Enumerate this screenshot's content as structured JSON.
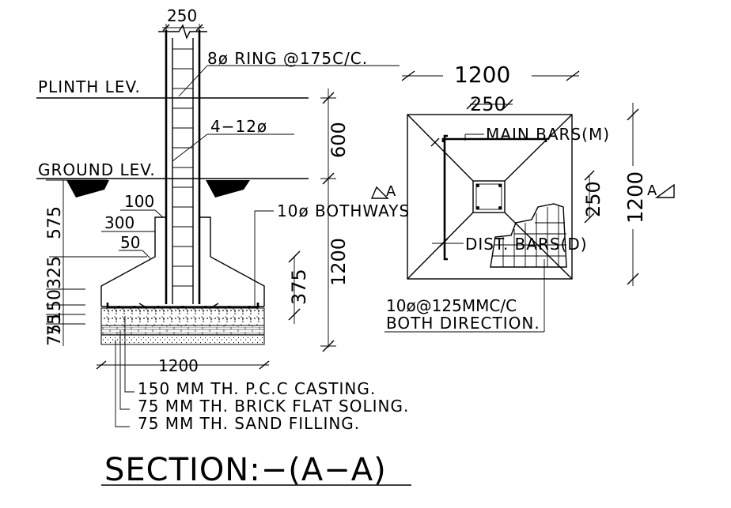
{
  "section": {
    "column_width": "250",
    "ring_note": "8ø RING @175C/C.",
    "plinth_label": "PLINTH LEV.",
    "bars_note": "4−12ø",
    "ground_label": "GROUND LEV.",
    "dim_600": "600",
    "dim_575": "575",
    "dim_100": "100",
    "dim_300": "300",
    "dim_50": "50",
    "dim_325": "325",
    "dim_150": "150",
    "dim_75a": "75",
    "dim_75b": "75",
    "bothways_note": "10ø BOTHWAYS",
    "dim_1200_v": "1200",
    "dim_375": "375",
    "dim_1200_h": "1200",
    "layer_pcc": "150 MM TH. P.C.C CASTING.",
    "layer_brick": "75 MM TH. BRICK FLAT SOLING.",
    "layer_sand": "75 MM TH. SAND FILLING.",
    "title": "SECTION:−(A−A)"
  },
  "plan": {
    "dim_top": "1200",
    "dim_col": "250",
    "main_bars": "MAIN BARS(M)",
    "dist_bars": "DIST. BARS(D)",
    "dim_col_v": "250",
    "dim_right": "1200",
    "marker_left": "A",
    "marker_right": "A",
    "rebar_note_1": "10ø@125MMC/C",
    "rebar_note_2": "BOTH DIRECTION."
  }
}
